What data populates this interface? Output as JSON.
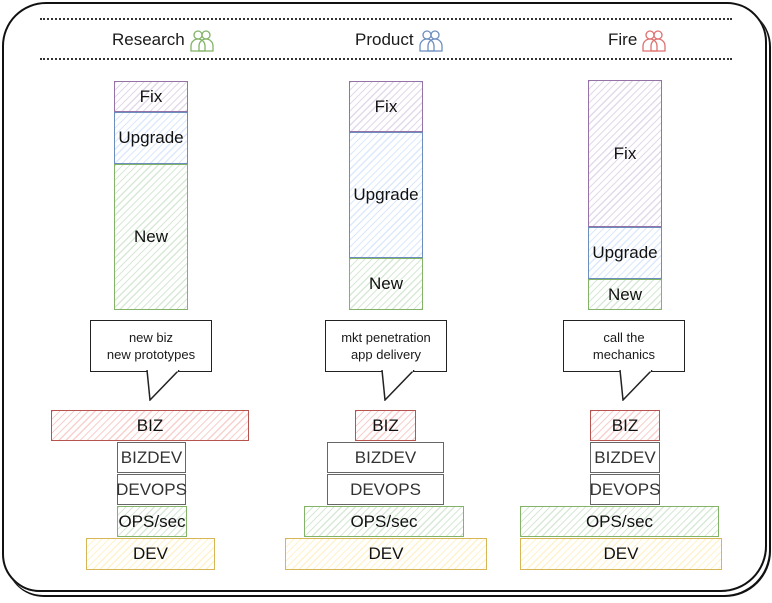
{
  "colors": {
    "fix": {
      "stroke": "#9673a6",
      "fill": "#e1d5e7"
    },
    "upgrade": {
      "stroke": "#6c8ebf",
      "fill": "#dae8fc"
    },
    "new": {
      "stroke": "#82b366",
      "fill": "#d5e8d4"
    },
    "biz": {
      "stroke": "#b85450",
      "fill": "#f8cecc"
    },
    "gray": {
      "stroke": "#666666",
      "fill": "#f5f5f5"
    },
    "ops": {
      "stroke": "#82b366",
      "fill": "#d5e8d4"
    },
    "dev": {
      "stroke": "#d6b656",
      "fill": "#fff2cc"
    }
  },
  "columns": [
    {
      "title": "Research",
      "people_icon": "people-icon",
      "people_color": "#82b366",
      "fix": "Fix",
      "upgrade": "Upgrade",
      "new": "New",
      "callout": [
        "new biz",
        "new prototypes"
      ],
      "stack": [
        "BIZ",
        "BIZDEV",
        "DEVOPS",
        "OPS/sec",
        "DEV"
      ]
    },
    {
      "title": "Product",
      "people_icon": "people-icon",
      "people_color": "#6c8ebf",
      "fix": "Fix",
      "upgrade": "Upgrade",
      "new": "New",
      "callout": [
        "mkt penetration",
        "app delivery"
      ],
      "stack": [
        "BIZ",
        "BIZDEV",
        "DEVOPS",
        "OPS/sec",
        "DEV"
      ]
    },
    {
      "title": "Fire",
      "people_icon": "people-icon",
      "people_color": "#e07070",
      "fix": "Fix",
      "upgrade": "Upgrade",
      "new": "New",
      "callout": [
        "call the",
        "mechanics"
      ],
      "stack": [
        "BIZ",
        "BIZDEV",
        "DEVOPS",
        "OPS/sec",
        "DEV"
      ]
    }
  ]
}
